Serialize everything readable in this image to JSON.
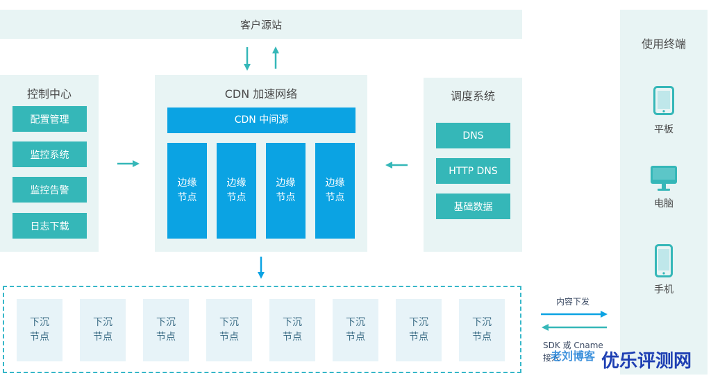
{
  "origin": {
    "label": "客户源站"
  },
  "control": {
    "title": "控制中心",
    "items": [
      "配置管理",
      "监控系统",
      "监控告警",
      "日志下载"
    ]
  },
  "cdn": {
    "title": "CDN 加速网络",
    "mid_source": "CDN 中间源",
    "edge_nodes": [
      [
        "边缘",
        "节点"
      ],
      [
        "边缘",
        "节点"
      ],
      [
        "边缘",
        "节点"
      ],
      [
        "边缘",
        "节点"
      ]
    ]
  },
  "dispatch": {
    "title": "调度系统",
    "items": [
      "DNS",
      "HTTP DNS",
      "基础数据"
    ]
  },
  "sinks": [
    [
      "下沉",
      "节点"
    ],
    [
      "下沉",
      "节点"
    ],
    [
      "下沉",
      "节点"
    ],
    [
      "下沉",
      "节点"
    ],
    [
      "下沉",
      "节点"
    ],
    [
      "下沉",
      "节点"
    ],
    [
      "下沉",
      "节点"
    ],
    [
      "下沉",
      "节点"
    ]
  ],
  "terminals": {
    "title": "使用终端",
    "devices": [
      {
        "label": "平板",
        "icon": "tablet-icon"
      },
      {
        "label": "电脑",
        "icon": "monitor-icon"
      },
      {
        "label": "手机",
        "icon": "phone-icon"
      }
    ]
  },
  "links": {
    "down_label": "内容下发",
    "up_label_line1": "SDK 或 Cname",
    "up_label_line2": "接入"
  },
  "watermark": {
    "text1": "老刘博客",
    "text2": "优乐评测网"
  },
  "colors": {
    "panel": "#e8f4f4",
    "teal": "#35b7b8",
    "blue": "#0ba3e3",
    "sink": "#e7f3f8",
    "arrow": "#35b7b8"
  }
}
